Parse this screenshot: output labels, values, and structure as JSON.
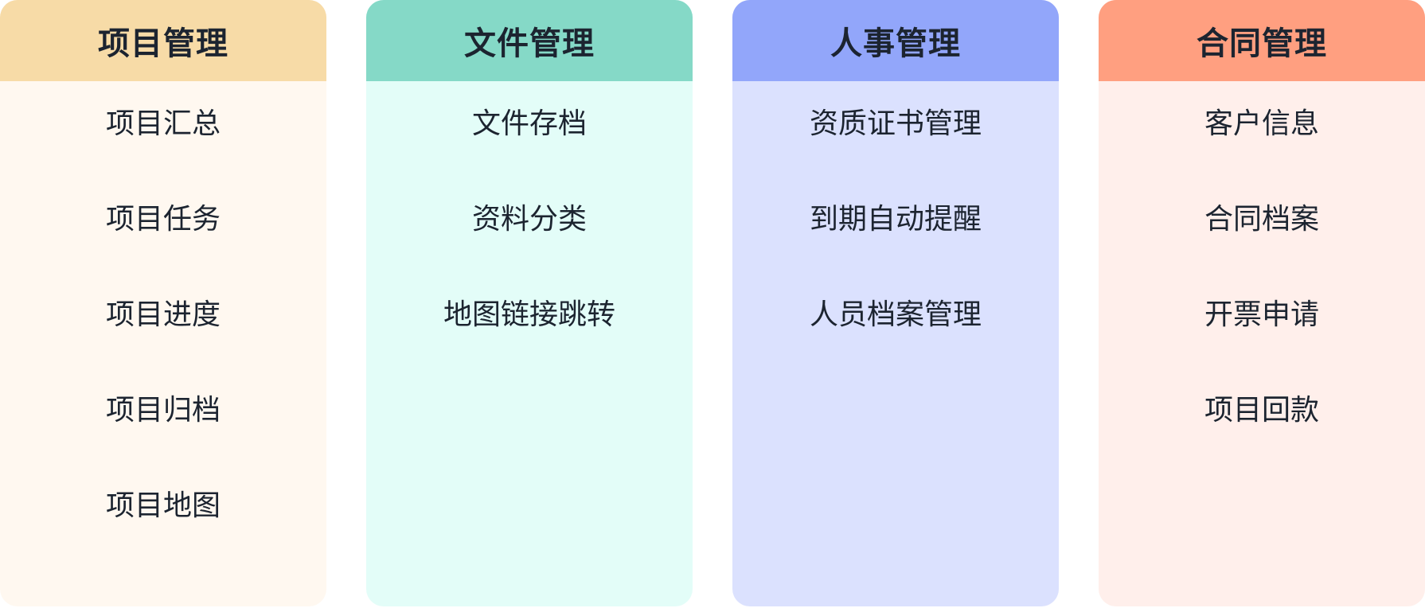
{
  "columns": [
    {
      "title": "项目管理",
      "header_color": "#f7dba7",
      "body_color": "#fff8f0",
      "items": [
        "项目汇总",
        "项目任务",
        "项目进度",
        "项目归档",
        "项目地图"
      ]
    },
    {
      "title": "文件管理",
      "header_color": "#85d9c7",
      "body_color": "#e3fdf8",
      "items": [
        "文件存档",
        "资料分类",
        "地图链接跳转"
      ]
    },
    {
      "title": "人事管理",
      "header_color": "#92a6fa",
      "body_color": "#dbe1fe",
      "items": [
        "资质证书管理",
        "到期自动提醒",
        "人员档案管理"
      ]
    },
    {
      "title": "合同管理",
      "header_color": "#ff9f80",
      "body_color": "#ffefeb",
      "items": [
        "客户信息",
        "合同档案",
        "开票申请",
        "项目回款"
      ]
    }
  ]
}
